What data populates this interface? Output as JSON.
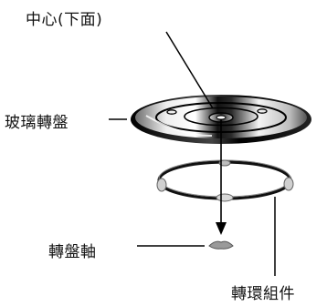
{
  "labels": {
    "center": "中心(下面)",
    "glass_plate": "玻璃轉盤",
    "turntable_shaft": "轉盤軸",
    "roller_ring": "轉環組件"
  }
}
